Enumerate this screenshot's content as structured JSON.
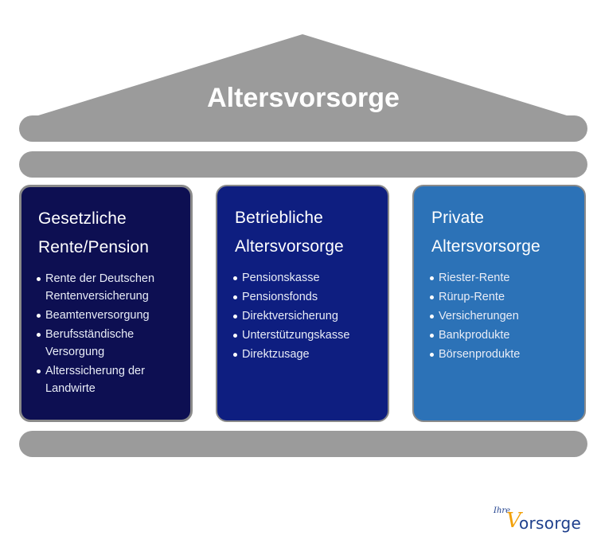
{
  "roof": {
    "title": "Altersvorsorge"
  },
  "pillars": [
    {
      "title_lines": [
        "Gesetzliche",
        "Rente/Pension"
      ],
      "items": [
        "Rente der Deutschen Rentenversicherung",
        "Beamtenversorgung",
        "Berufsständische Versorgung",
        "Alterssicherung der Landwirte"
      ],
      "color": "#0d0f52"
    },
    {
      "title_lines": [
        "Betriebliche",
        "Altersvorsorge"
      ],
      "items": [
        "Pensionskasse",
        "Pensionsfonds",
        "Direktversicherung",
        "Unterstützungskasse",
        "Direktzusage"
      ],
      "color": "#0e1e80"
    },
    {
      "title_lines": [
        "Private",
        "Altersvorsorge"
      ],
      "items": [
        "Riester-Rente",
        "Rürup-Rente",
        "Versicherungen",
        "Bankprodukte",
        "Börsenprodukte"
      ],
      "color": "#2c72b7"
    }
  ],
  "logo": {
    "prefix": "Ihre",
    "initial": "V",
    "rest": "orsorge"
  },
  "colors": {
    "band": "#9b9b9b",
    "logo_blue": "#1e3f8c",
    "logo_orange": "#f2a10a"
  }
}
